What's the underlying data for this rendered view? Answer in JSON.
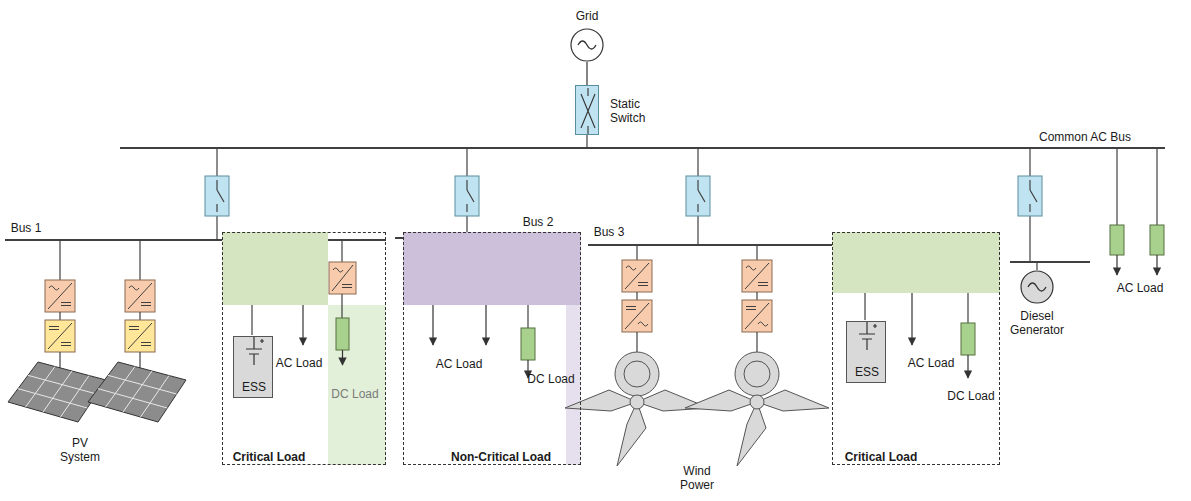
{
  "diagram": {
    "nodes": [
      {
        "text": [
          "Grid"
        ]
      },
      {
        "text": [
          "Static Switch"
        ]
      },
      {
        "text": [
          "Critical Load",
          "AC Load",
          "DC Load"
        ]
      },
      {
        "text": [
          "ESS"
        ],
        "in": 2
      },
      {
        "text": [
          "Non-Critical Load",
          "AC Load",
          "DC Load"
        ]
      },
      {
        "text": [
          "Critical Load",
          "AC Load",
          "DC Load"
        ]
      },
      {
        "text": [
          "ESS"
        ],
        "in": 5
      },
      {
        "text": [
          "Diesel Generator"
        ]
      }
    ],
    "edges": [
      {
        "from": 0,
        "to": 1,
        "arrow": "none"
      }
    ],
    "labels": [
      "Common AC Bus",
      "AC Load",
      "Bus 1",
      "Bus 2",
      "Bus 3",
      "PV System",
      "Wind Power"
    ]
  }
}
